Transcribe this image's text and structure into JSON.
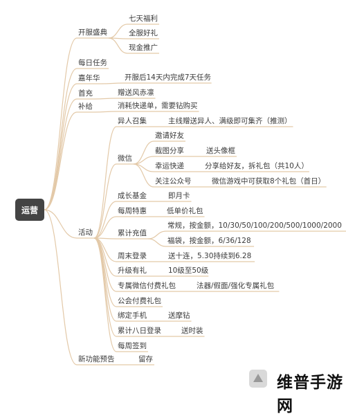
{
  "root": "运营",
  "watermark": "维普手游网",
  "line_color": "#e3c9a8",
  "nodes": [
    {
      "id": "n0",
      "text": "开服盛典"
    },
    {
      "id": "n0a",
      "text": "七天福利"
    },
    {
      "id": "n0b",
      "text": "全服好礼"
    },
    {
      "id": "n0c",
      "text": "现金推广"
    },
    {
      "id": "n1",
      "text": "每日任务"
    },
    {
      "id": "n2",
      "text": "嘉年华"
    },
    {
      "id": "n2a",
      "text": "开服后14天内完成7天任务"
    },
    {
      "id": "n3",
      "text": "首充"
    },
    {
      "id": "n3a",
      "text": "赠送风赤凛"
    },
    {
      "id": "n4",
      "text": "补给"
    },
    {
      "id": "n4a",
      "text": "消耗快递单，需要钻购买"
    },
    {
      "id": "n5",
      "text": "活动"
    },
    {
      "id": "n5a",
      "text": "异人召集"
    },
    {
      "id": "n5a1",
      "text": "主线赠送异人、满级即可集齐（推测）"
    },
    {
      "id": "n5b",
      "text": "微信"
    },
    {
      "id": "n5b1",
      "text": "邀请好友"
    },
    {
      "id": "n5b2",
      "text": "截图分享"
    },
    {
      "id": "n5b2a",
      "text": "送头像框"
    },
    {
      "id": "n5b3",
      "text": "幸运快递"
    },
    {
      "id": "n5b3a",
      "text": "分享给好友，拆礼包（共10人）"
    },
    {
      "id": "n5b4",
      "text": "关注公众号"
    },
    {
      "id": "n5b4a",
      "text": "微信游戏中可获取8个礼包（首日）"
    },
    {
      "id": "n5c",
      "text": "成长基金"
    },
    {
      "id": "n5c1",
      "text": "即月卡"
    },
    {
      "id": "n5d",
      "text": "每周特惠"
    },
    {
      "id": "n5d1",
      "text": "低单价礼包"
    },
    {
      "id": "n5e",
      "text": "累计充值"
    },
    {
      "id": "n5e1",
      "text": "常规，按金额，10/30/50/100/200/500/1000/2000"
    },
    {
      "id": "n5e2",
      "text": "福袋，按金额，6/36/128"
    },
    {
      "id": "n5f",
      "text": "周末登录"
    },
    {
      "id": "n5f1",
      "text": "送十连，5.30持续到6.28"
    },
    {
      "id": "n5g",
      "text": "升级有礼"
    },
    {
      "id": "n5g1",
      "text": "10级至50级"
    },
    {
      "id": "n5h",
      "text": "专属微信付费礼包"
    },
    {
      "id": "n5h1",
      "text": "法器/假面/强化专属礼包"
    },
    {
      "id": "n5i",
      "text": "公会付费礼包"
    },
    {
      "id": "n5j",
      "text": "绑定手机"
    },
    {
      "id": "n5j1",
      "text": "送摩钻"
    },
    {
      "id": "n5k",
      "text": "累计八日登录"
    },
    {
      "id": "n5k1",
      "text": "送时装"
    },
    {
      "id": "n5l",
      "text": "每周签到"
    },
    {
      "id": "n6",
      "text": "新功能预告"
    },
    {
      "id": "n6a",
      "text": "留存"
    }
  ]
}
